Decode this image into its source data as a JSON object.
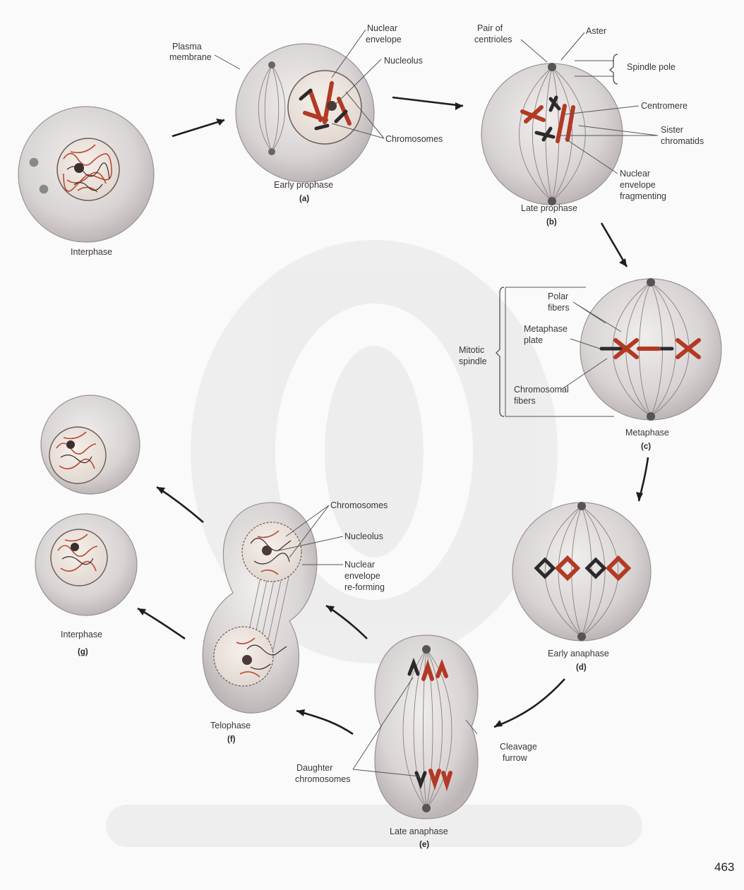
{
  "page_number": "463",
  "labels": {
    "plasma_membrane": [
      "Plasma",
      "membrane"
    ],
    "nuclear_envelope": [
      "Nuclear",
      "envelope"
    ],
    "nucleolus_a": "Nucleolus",
    "chromosomes_a": "Chromosomes",
    "pair_of_centrioles": [
      "Pair of",
      "centrioles"
    ],
    "aster": "Aster",
    "spindle_pole": "Spindle pole",
    "centromere": "Centromere",
    "sister_chromatids": [
      "Sister",
      "chromatids"
    ],
    "nuclear_envelope_fragmenting": [
      "Nuclear",
      "envelope",
      "fragmenting"
    ],
    "polar_fibers": [
      "Polar",
      "fibers"
    ],
    "metaphase_plate": [
      "Metaphase",
      "plate"
    ],
    "mitotic_spindle": [
      "Mitotic",
      "spindle"
    ],
    "chromosomal_fibers": [
      "Chromosomal",
      "fibers"
    ],
    "chromosomes_f": "Chromosomes",
    "nucleolus_f": "Nucleolus",
    "nuclear_envelope_reforming": [
      "Nuclear",
      "envelope",
      "re-forming"
    ],
    "cleavage_furrow": [
      "Cleavage",
      "furrow"
    ],
    "daughter_chromosomes": [
      "Daughter",
      "chromosomes"
    ]
  },
  "stages": {
    "interphase_start": "Interphase",
    "early_prophase": "Early prophase",
    "early_prophase_letter": "(a)",
    "late_prophase": "Late prophase",
    "late_prophase_letter": "(b)",
    "metaphase": "Metaphase",
    "metaphase_letter": "(c)",
    "early_anaphase": "Early anaphase",
    "early_anaphase_letter": "(d)",
    "late_anaphase": "Late anaphase",
    "late_anaphase_letter": "(e)",
    "telophase": "Telophase",
    "telophase_letter": "(f)",
    "interphase_end": "Interphase",
    "interphase_end_letter": "(g)"
  }
}
